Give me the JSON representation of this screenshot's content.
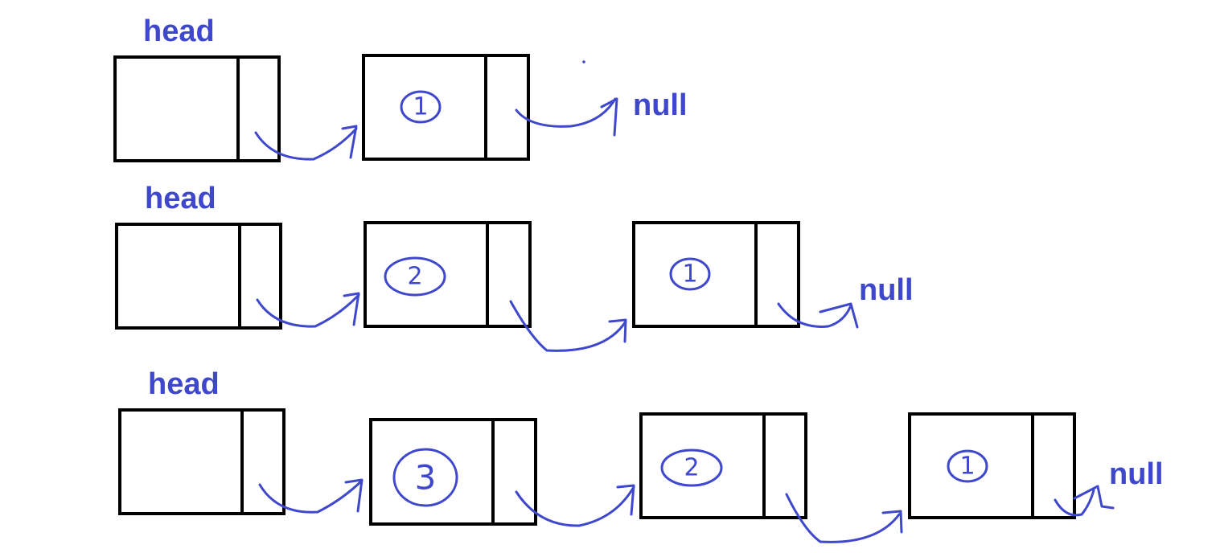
{
  "colors": {
    "ink": "#3f48cc",
    "box": "#000000",
    "background": "#ffffff"
  },
  "lists": [
    {
      "head_label": "head",
      "nodes": [
        {
          "value": ""
        },
        {
          "value": "1"
        }
      ],
      "tail_label": "null"
    },
    {
      "head_label": "head",
      "nodes": [
        {
          "value": ""
        },
        {
          "value": "2"
        },
        {
          "value": "1"
        }
      ],
      "tail_label": "null"
    },
    {
      "head_label": "head",
      "nodes": [
        {
          "value": ""
        },
        {
          "value": "3"
        },
        {
          "value": "2"
        },
        {
          "value": "1"
        }
      ],
      "tail_label": "null"
    }
  ]
}
